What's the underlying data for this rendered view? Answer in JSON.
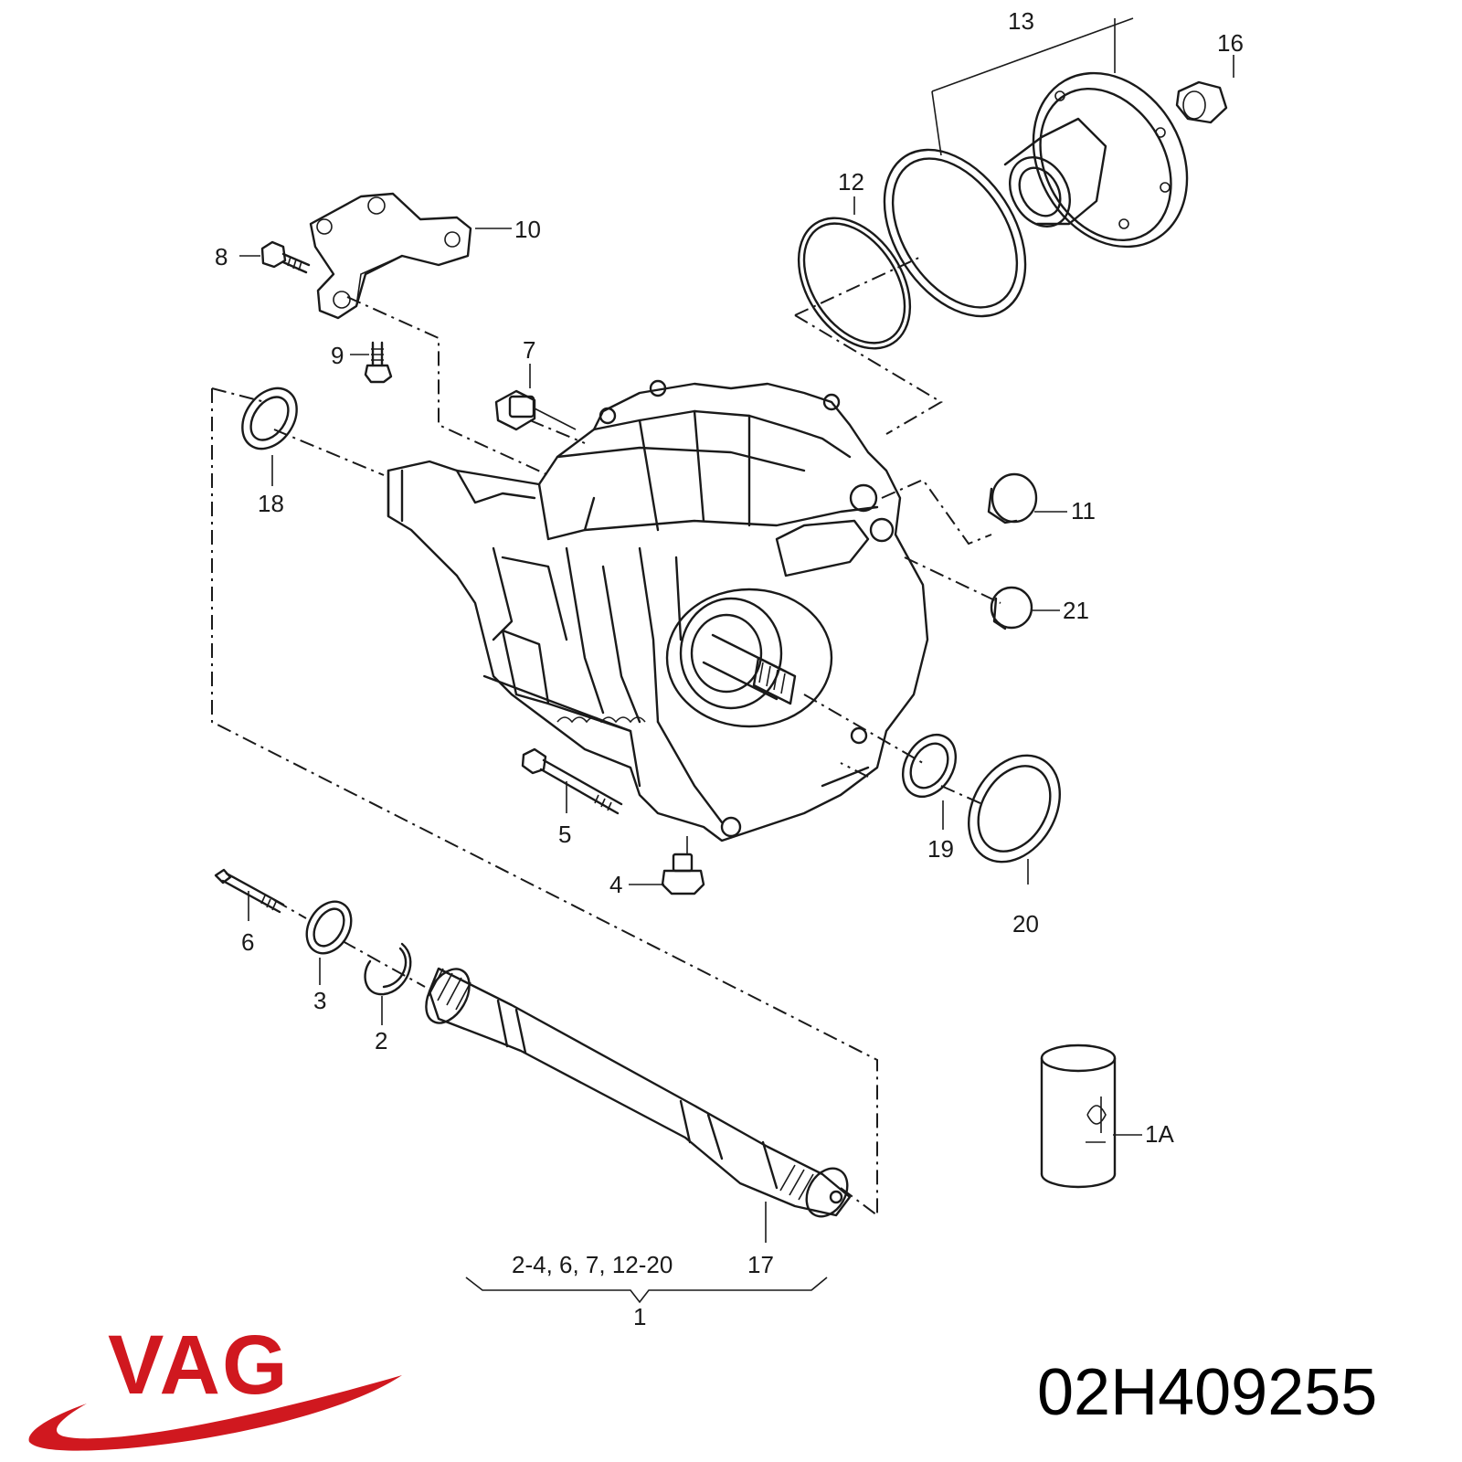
{
  "labels": {
    "l1": "1",
    "l1a": "1A",
    "l2": "2",
    "l3": "3",
    "l4": "4",
    "l5": "5",
    "l6": "6",
    "l7": "7",
    "l8": "8",
    "l9": "9",
    "l10": "10",
    "l11": "11",
    "l12": "12",
    "l13": "13",
    "l16": "16",
    "l17": "17",
    "l18": "18",
    "l19": "19",
    "l20": "20",
    "l21": "21",
    "kit": "2-4, 6, 7, 12-20"
  },
  "brand": {
    "logo_text": "VAG",
    "color": "#d0181f"
  },
  "part_number": "02H409255"
}
